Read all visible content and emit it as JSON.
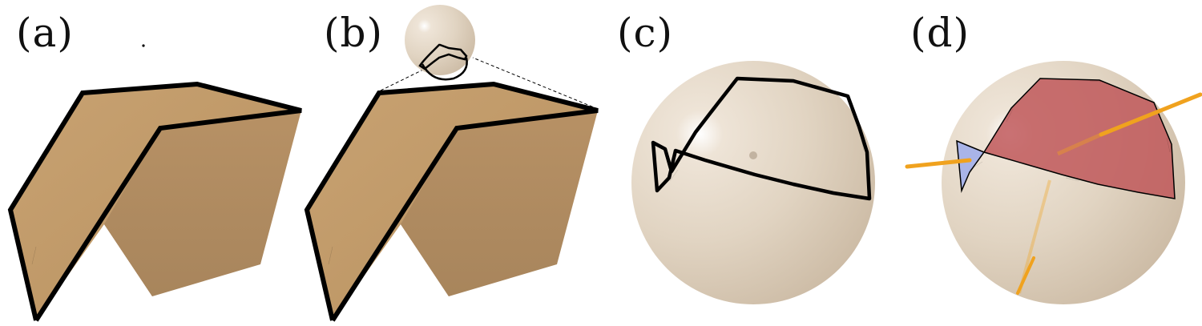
{
  "panels": [
    {
      "label": "(a)"
    },
    {
      "label": "(b)"
    },
    {
      "label": "(c)"
    },
    {
      "label": "(d)"
    }
  ],
  "colors": {
    "box_face_light": "#c9a373",
    "box_face_mid": "#b48e63",
    "box_face_dark": "#8b6a45",
    "sphere_base": "#e4d7c6",
    "region_red": "#c0585b",
    "region_blue": "#a9b4e8",
    "axis_orange": "#f0a21e",
    "curve": "#000000"
  }
}
